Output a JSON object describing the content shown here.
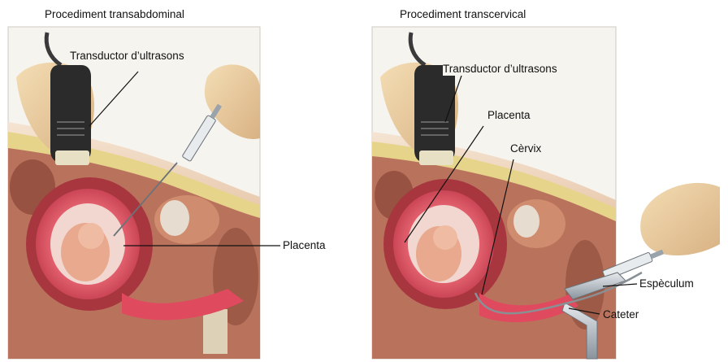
{
  "panels": [
    {
      "title": "Procediment transabdominal",
      "labels": {
        "transducer": "Transductor d’ultrasons",
        "placenta": "Placenta"
      }
    },
    {
      "title": "Procediment transcervical",
      "labels": {
        "transducer": "Transductor d’ultrasons",
        "placenta": "Placenta",
        "cervix": "Cèrvix",
        "speculum": "Espèculum",
        "catheter": "Cateter"
      }
    }
  ],
  "colors": {
    "skin": "#f2c9a8",
    "tissue_dark": "#a35f4d",
    "uterus": "#d9455a",
    "fat": "#eadc94",
    "bone": "#d9c5a3",
    "probe": "#2b2b2b",
    "instrument": "#9aa3ab"
  }
}
